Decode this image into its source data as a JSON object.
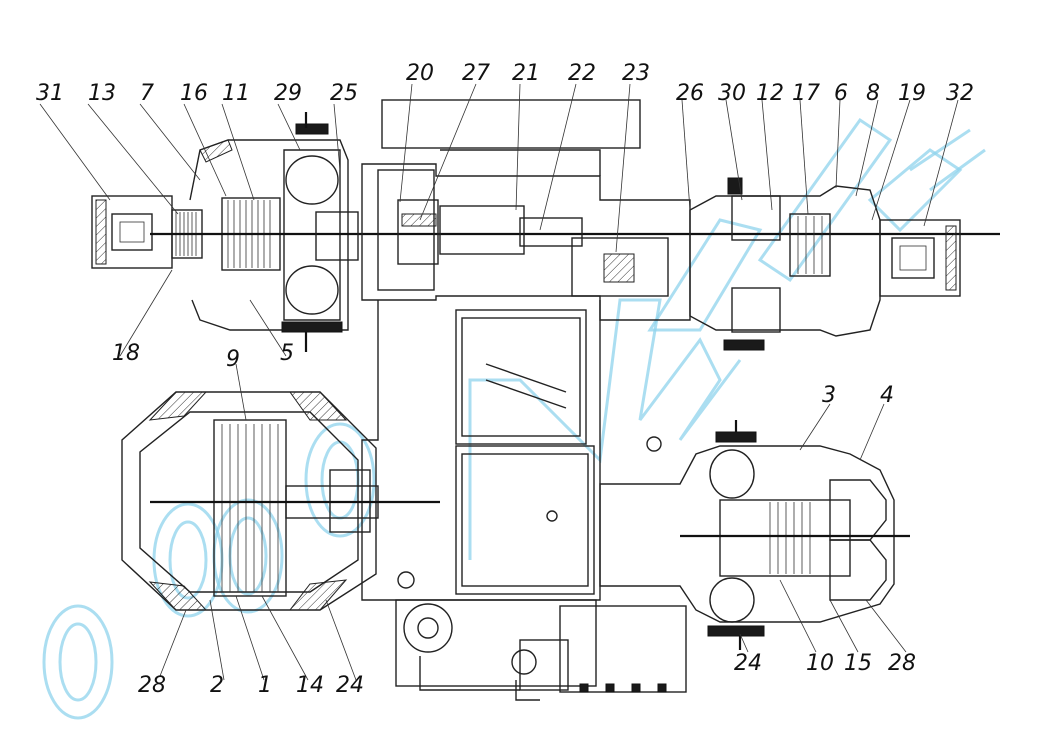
{
  "diagram": {
    "callouts_top": [
      "31",
      "13",
      "7",
      "16",
      "11",
      "29",
      "25",
      "20",
      "27",
      "21",
      "22",
      "23",
      "26",
      "30",
      "12",
      "17",
      "6",
      "8",
      "19",
      "32"
    ],
    "callouts_left": [
      "18",
      "5",
      "9"
    ],
    "callouts_right": [
      "3",
      "4"
    ],
    "callouts_bottom_left": [
      "28",
      "2",
      "1",
      "14",
      "24"
    ],
    "callouts_bottom_right": [
      "24",
      "10",
      "15",
      "28"
    ],
    "watermark_color": "#8fd3ec"
  }
}
